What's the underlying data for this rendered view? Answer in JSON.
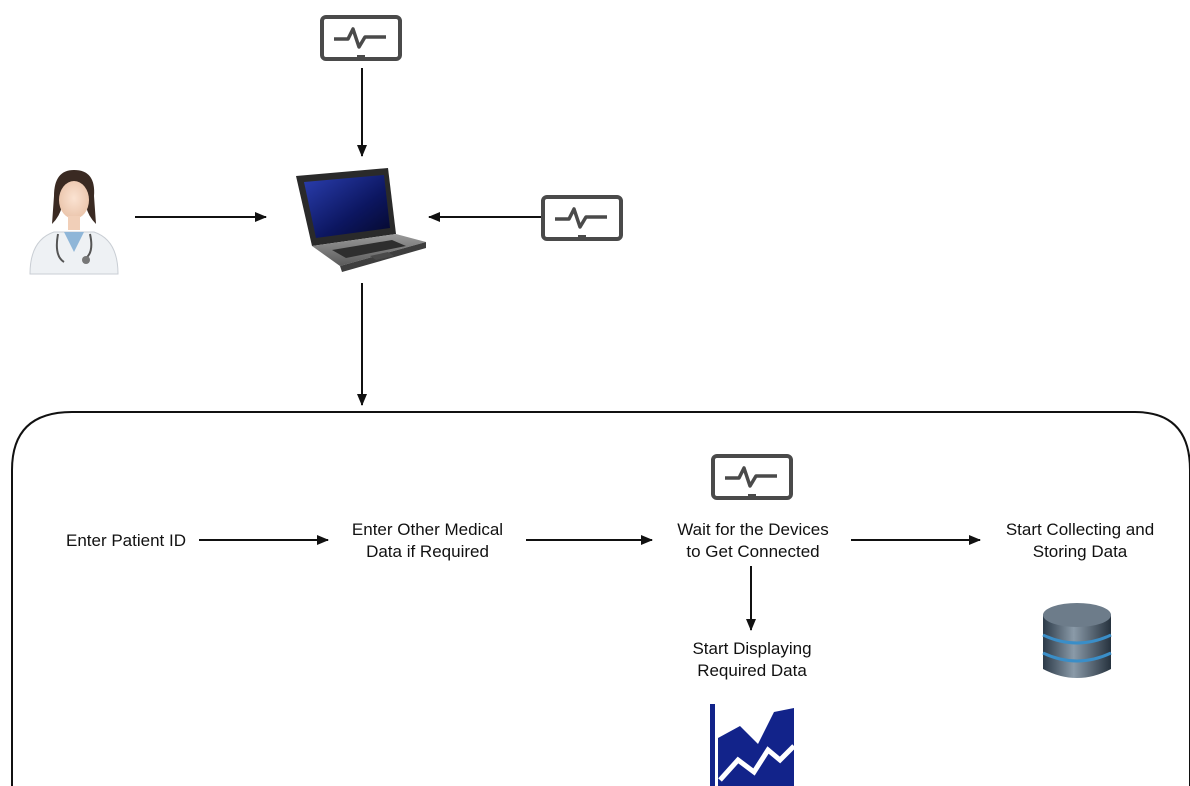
{
  "steps": {
    "enter_patient_id": "Enter Patient ID",
    "enter_other_medical_data": "Enter Other Medical\nData if Required",
    "wait_for_devices": "Wait for the Devices\nto Get Connected",
    "start_collecting": "Start Collecting and\nStoring Data",
    "start_displaying": "Start Displaying\nRequired Data"
  },
  "icons": {
    "doctor": "doctor-icon",
    "laptop": "laptop-icon",
    "monitor": "vital-monitor-icon",
    "database": "database-icon",
    "chart": "area-chart-icon"
  },
  "colors": {
    "line": "#111111",
    "monitor": "#4a4a4a",
    "chart": "#12238a",
    "database": "#3b4b5a",
    "database_ring": "#3a8ec8"
  }
}
